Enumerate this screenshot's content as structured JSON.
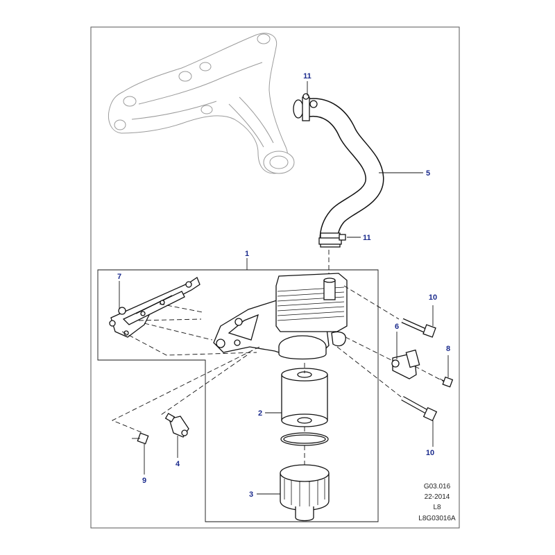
{
  "callouts": {
    "c1": "1",
    "c2": "2",
    "c3": "3",
    "c4": "4",
    "c5": "5",
    "c6": "6",
    "c7": "7",
    "c8": "8",
    "c9": "9",
    "c10a": "10",
    "c10b": "10",
    "c11a": "11",
    "c11b": "11"
  },
  "reference": {
    "group": "G03.016",
    "date": "22-2014",
    "code": "L8",
    "illustration": "L8G03016A"
  },
  "colors": {
    "callout": "#1a2a8c",
    "line": "#111111",
    "ghost_part": "#9a9a9a"
  }
}
